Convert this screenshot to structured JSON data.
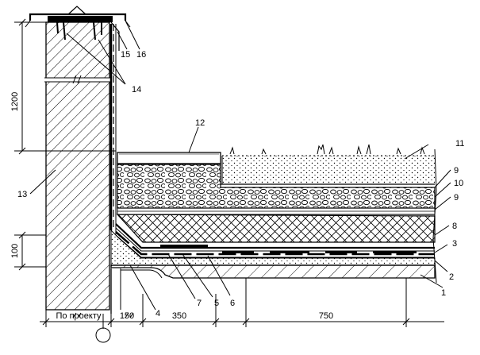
{
  "callouts": {
    "c1": "1",
    "c2": "2",
    "c3": "3",
    "c4": "4",
    "c5": "5",
    "c6": "6",
    "c7": "7",
    "c8": "8",
    "c9a": "9",
    "c9b": "9",
    "c10": "10",
    "c11": "11",
    "c12": "12",
    "c13": "13",
    "c14": "14",
    "c15": "15",
    "c16": "16"
  },
  "dimensions": {
    "height_top": "1200",
    "height_low": "100",
    "width_project": "По проекту",
    "width_150": "150",
    "width_350": "350",
    "width_750": "750"
  },
  "colors": {
    "ink": "#000000",
    "paper": "#ffffff"
  }
}
